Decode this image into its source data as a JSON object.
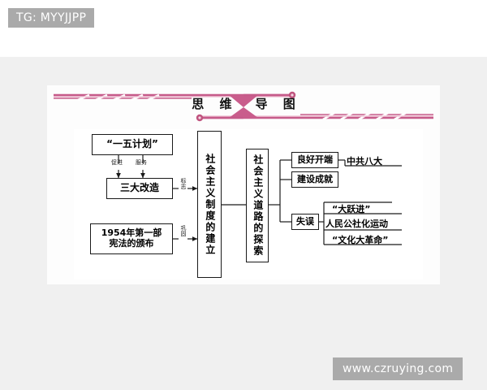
{
  "watermarks": {
    "top": "TG: MYYJJPP",
    "bottom": "www.czruying.com"
  },
  "banner": {
    "title_left": "思 维",
    "title_right": "导 图",
    "accent_color": "#d56a93",
    "accent_dark": "#b8396a"
  },
  "diagram": {
    "nodes": {
      "five_year_plan": "“一五计划”",
      "three_transformations": "三大改造",
      "constitution_1954": "1954年第一部\n宪法的颁布",
      "socialist_system": "社会主义制度的建立",
      "socialist_road": "社会主义道路的探索",
      "good_start": "良好开端",
      "construction_achievements": "建设成就",
      "mistakes": "失误"
    },
    "leaf_text": {
      "eighth_congress": "中共八大",
      "great_leap_forward": "“大跃进”",
      "people_commune": "人民公社化运动",
      "cultural_revolution": "“文化大革命”"
    },
    "edge_labels": {
      "promote": "促进",
      "serve": "服务",
      "mark": "标志",
      "consolidate": "巩固"
    },
    "line_color": "#1a1a1a"
  }
}
